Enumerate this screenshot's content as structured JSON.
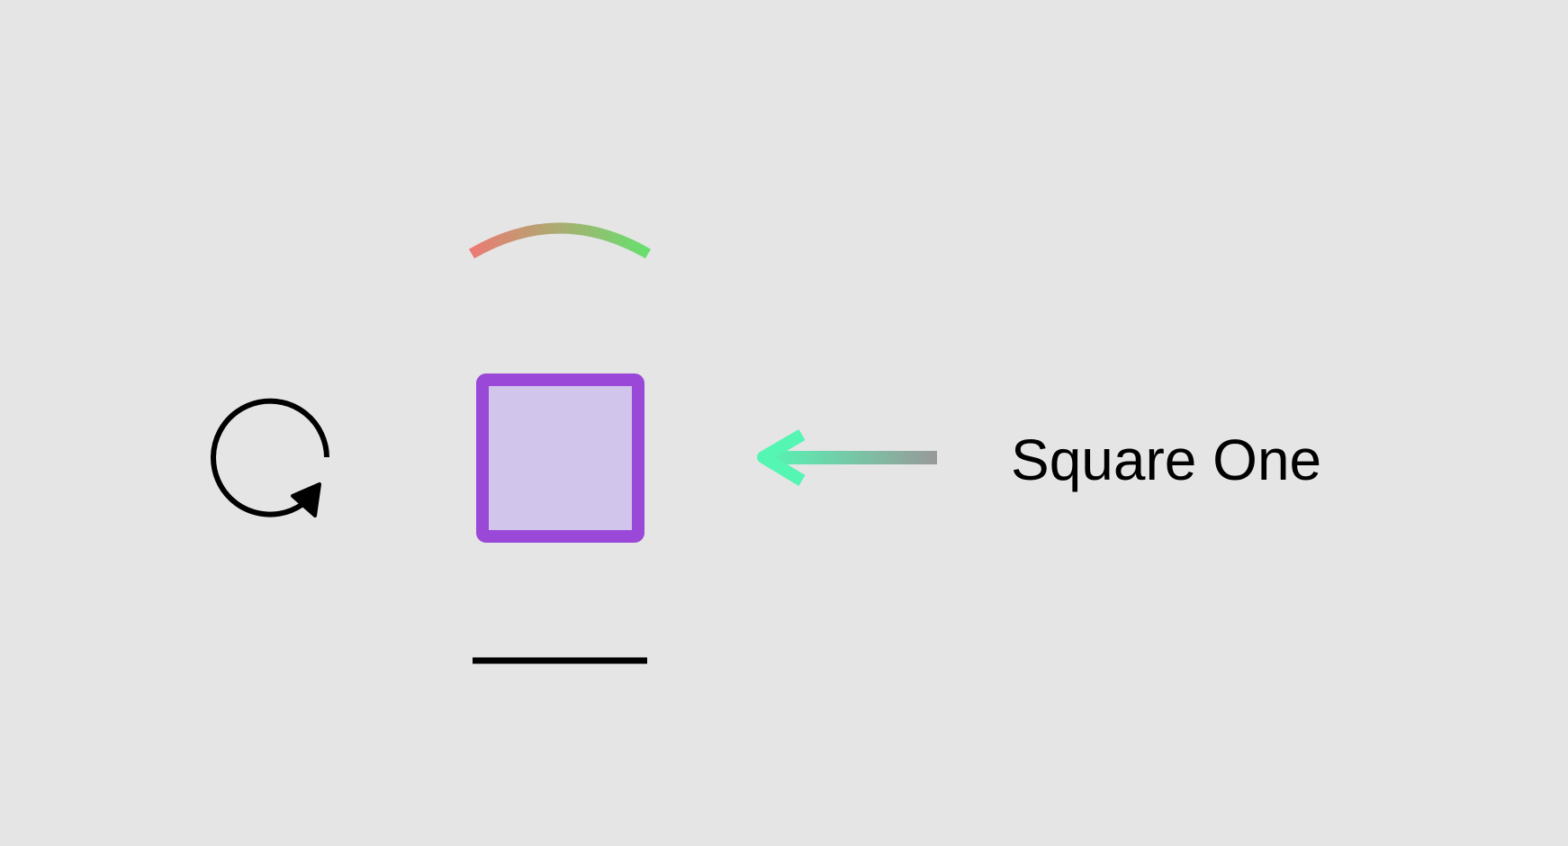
{
  "diagram": {
    "label": "Square One",
    "icons": {
      "rotate": "rotate-clockwise-icon",
      "arc": "gradient-arc",
      "square": "square-shape",
      "arrow": "left-arrow-icon",
      "line": "baseline"
    },
    "colors": {
      "background": "#e5e5e5",
      "square_stroke": "#9a48d8",
      "square_fill": "#d2c5ec",
      "arc_start": "#ec7a74",
      "arc_end": "#66e06e",
      "arrow_head": "#55f5b4",
      "arrow_tail": "#999999",
      "ink": "#000000"
    }
  }
}
